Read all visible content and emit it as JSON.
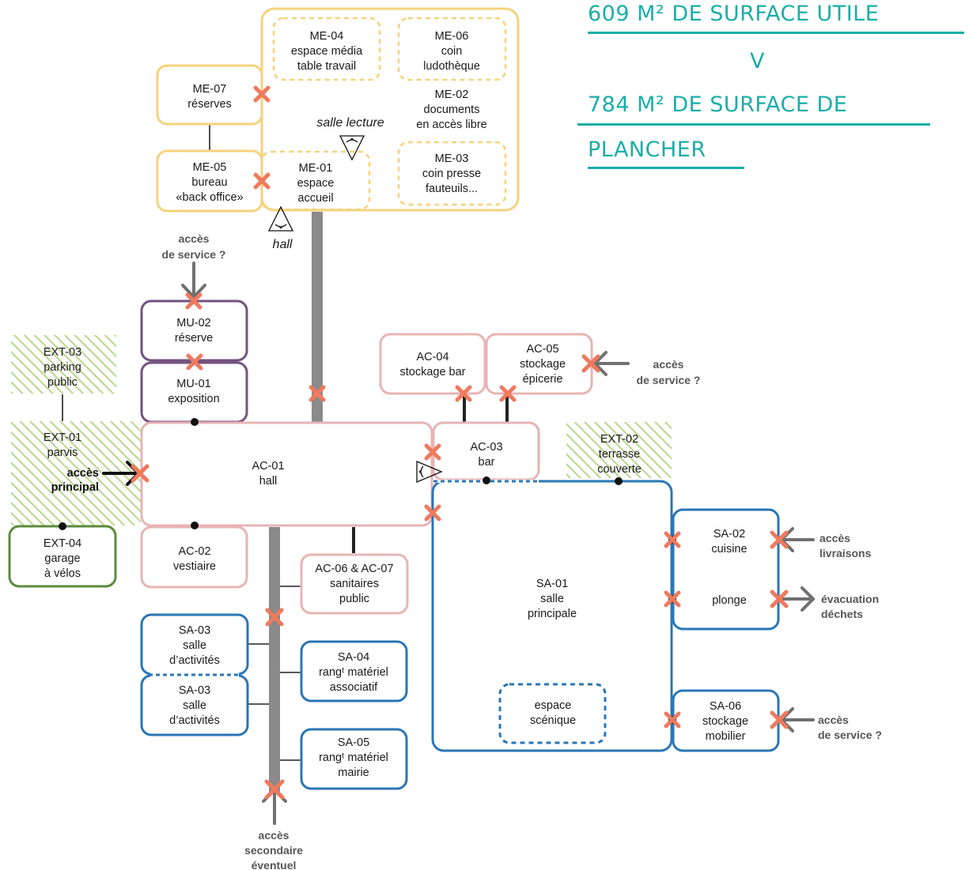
{
  "headline": {
    "line1": "609 M² DE SURFACE UTILE",
    "line2": "V",
    "line3": "784 M² DE SURFACE DE",
    "line4": "PLANCHER"
  },
  "rooms": {
    "me04": [
      "ME-04",
      "espace média",
      "table travail"
    ],
    "me06": [
      "ME-06",
      "coin",
      "ludothèque"
    ],
    "me07": [
      "ME-07",
      "réserves"
    ],
    "me02": [
      "ME-02",
      "documents",
      "en accès libre"
    ],
    "me05": [
      "ME-05",
      "bureau",
      "«back office»"
    ],
    "me01": [
      "ME-01",
      "espace",
      "accueil"
    ],
    "me03": [
      "ME-03",
      "coin presse",
      "fauteuils..."
    ],
    "mu02": [
      "MU-02",
      "réserve"
    ],
    "mu01": [
      "MU-01",
      "exposition"
    ],
    "ext03": [
      "EXT-03",
      "parking",
      "public"
    ],
    "ext01": [
      "EXT-01",
      "parvis"
    ],
    "ext04": [
      "EXT-04",
      "garage",
      "à vélos"
    ],
    "ext02": [
      "EXT-02",
      "terrasse",
      "couverte"
    ],
    "ac01": [
      "AC-01",
      "hall"
    ],
    "ac02": [
      "AC-02",
      "vestiaire"
    ],
    "ac04": [
      "AC-04",
      "stockage bar"
    ],
    "ac05": [
      "AC-05",
      "stockage",
      "épicerie"
    ],
    "ac03": [
      "AC-03",
      "bar"
    ],
    "ac0607": [
      "AC-06 & AC-07",
      "sanitaires",
      "public"
    ],
    "sa01": [
      "SA-01",
      "salle",
      "principale"
    ],
    "sa02": [
      "SA-02",
      "cuisine"
    ],
    "plonge": [
      "plonge"
    ],
    "sa06": [
      "SA-06",
      "stockage",
      "mobilier"
    ],
    "scene": [
      "espace",
      "scénique"
    ],
    "sa03a": [
      "SA-03",
      "salle",
      "d’activités"
    ],
    "sa03b": [
      "SA-03",
      "salle",
      "d’activités"
    ],
    "sa04": [
      "SA-04",
      "rangᵗ matériel",
      "associatif"
    ],
    "sa05": [
      "SA-05",
      "rangᵗ matériel",
      "mairie"
    ]
  },
  "annotations": {
    "salle_lecture": "salle lecture",
    "hall": "hall"
  },
  "access": {
    "service_top": [
      "accès",
      "de service ?"
    ],
    "principal": [
      "accès",
      "principal"
    ],
    "service_ac05": [
      "accès",
      "de service ?"
    ],
    "livraisons": [
      "accès",
      "livraisons"
    ],
    "evacuation": [
      "évacuation",
      "déchets"
    ],
    "service_sa06": [
      "accès",
      "de service ?"
    ],
    "secondaire": [
      "accès",
      "secondaire",
      "éventuel"
    ]
  },
  "colors": {
    "accent": "#1aaea8",
    "mediatheque": "#f7d27c",
    "accueil": "#e8b4b4",
    "musee": "#73527e",
    "salle": "#2a76b5",
    "ext_green": "#5c8a3c",
    "hatch": "#b7d88a",
    "circulation": "#8a8a8a",
    "cross": "#ef7a5e"
  }
}
